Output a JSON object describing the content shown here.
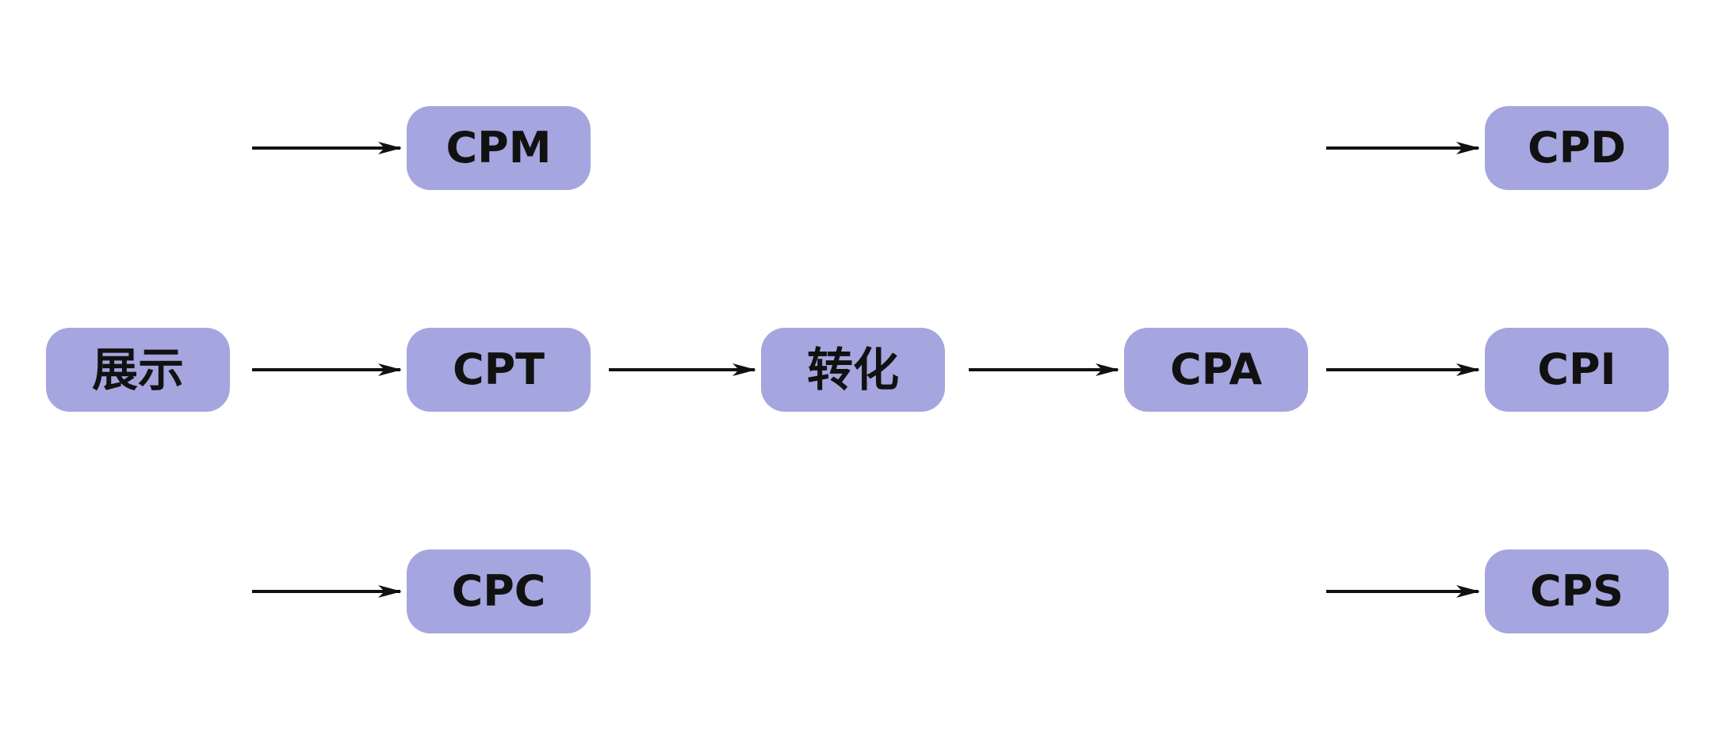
{
  "colors": {
    "node_fill": "#a5a5df",
    "text": "#111111",
    "arrow": "#111111",
    "background": "#ffffff"
  },
  "nodes": {
    "zhanshi": {
      "label": "展示"
    },
    "cpm": {
      "label": "CPM"
    },
    "cpt": {
      "label": "CPT"
    },
    "cpc": {
      "label": "CPC"
    },
    "zhuanhua": {
      "label": "转化"
    },
    "cpa": {
      "label": "CPA"
    },
    "cpd": {
      "label": "CPD"
    },
    "cpi": {
      "label": "CPI"
    },
    "cps": {
      "label": "CPS"
    }
  }
}
